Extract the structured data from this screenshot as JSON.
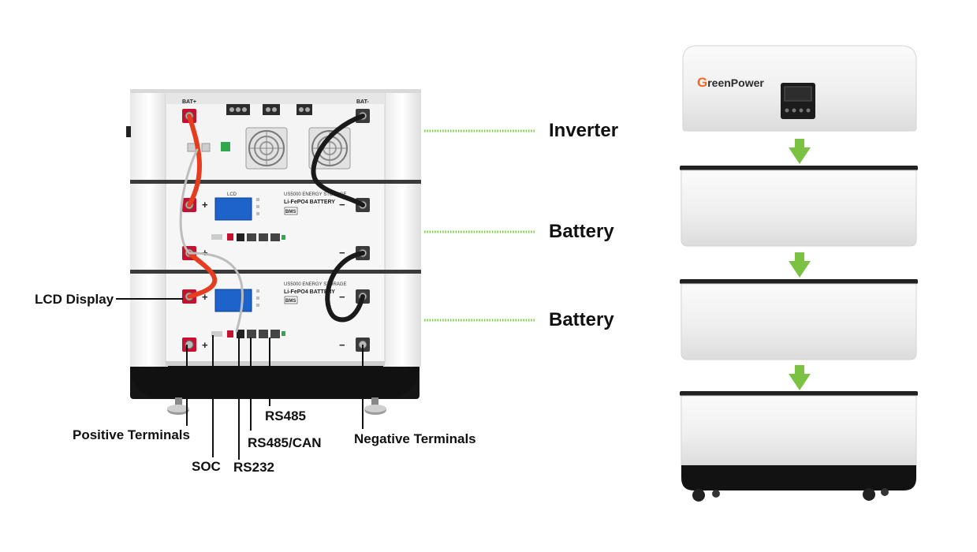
{
  "left_labels": {
    "lcd_display": "LCD Display",
    "positive_terminals": "Positive Terminals",
    "soc": "SOC",
    "rs232": "RS232",
    "rs485_can": "RS485/CAN",
    "rs485": "RS485",
    "negative_terminals": "Negative Terminals"
  },
  "stack_labels": {
    "inverter": "Inverter",
    "battery_1": "Battery",
    "battery_2": "Battery"
  },
  "brand": {
    "first_letter": "G",
    "rest": "reenPower"
  },
  "unit_print": {
    "bat_plus": "BAT+",
    "bat_minus": "BAT-",
    "lcd": "LCD",
    "model": "US5000 ENERGY STORAGE",
    "chem": "Li-FePO4 BATTERY",
    "bms": "BMS",
    "plus": "+",
    "minus": "−"
  },
  "colors": {
    "connector_line": "#6fd13a",
    "arrow": "#7cc242",
    "brand_accent": "#f26a21",
    "lcd_screen": "#1e63c9",
    "terminal_red": "#c8102e",
    "cable_red": "#e53d1f"
  },
  "icons": {
    "arrow": "down-arrow-icon",
    "fan": "fan-icon",
    "terminal": "terminal-icon"
  }
}
